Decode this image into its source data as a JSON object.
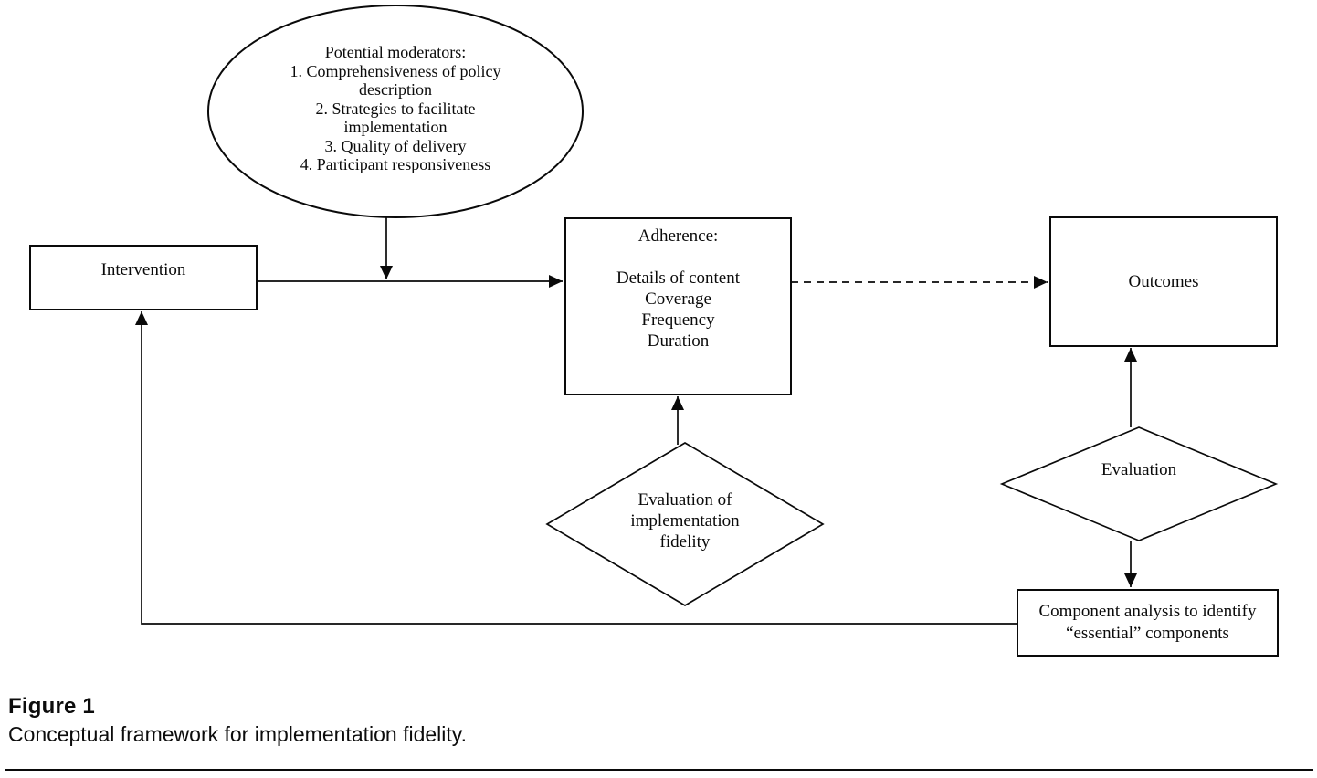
{
  "figure": {
    "label": "Figure 1",
    "caption": "Conceptual framework for implementation fidelity."
  },
  "diagram": {
    "moderators": {
      "lines": [
        "Potential moderators:",
        "1. Comprehensiveness of policy",
        "description",
        "2. Strategies to facilitate",
        "implementation",
        "3. Quality of delivery",
        "4. Participant responsiveness"
      ]
    },
    "intervention": {
      "label": "Intervention"
    },
    "adherence": {
      "title": "Adherence:",
      "items": [
        "Details of content",
        "Coverage",
        "Frequency",
        "Duration"
      ]
    },
    "outcomes": {
      "label": "Outcomes"
    },
    "fidelity_evaluation": {
      "lines": [
        "Evaluation of",
        "implementation",
        "fidelity"
      ]
    },
    "evaluation": {
      "label": "Evaluation"
    },
    "component_analysis": {
      "lines": [
        "Component analysis to identify",
        "“essential” components"
      ]
    },
    "colors": {
      "line": "#0a0a0a",
      "background": "#ffffff"
    }
  }
}
